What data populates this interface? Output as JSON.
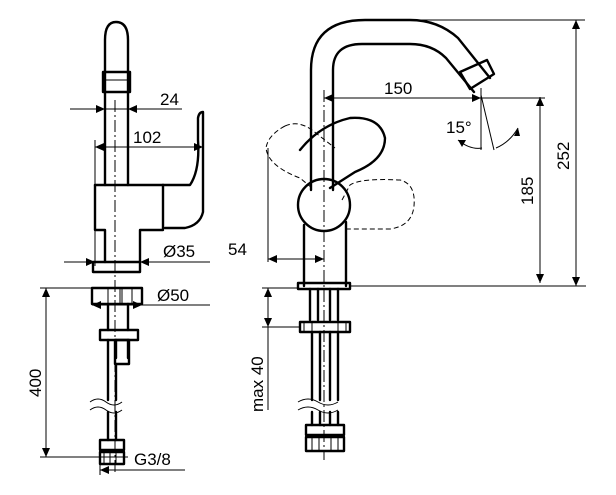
{
  "dimensions": {
    "d24": "24",
    "d102": "102",
    "d35": "Ø35",
    "d50": "Ø50",
    "d400": "400",
    "dG38": "G3/8",
    "d150": "150",
    "dAngle": "15°",
    "d185": "185",
    "d252": "252",
    "d54": "54",
    "dMax40": "max 40"
  }
}
